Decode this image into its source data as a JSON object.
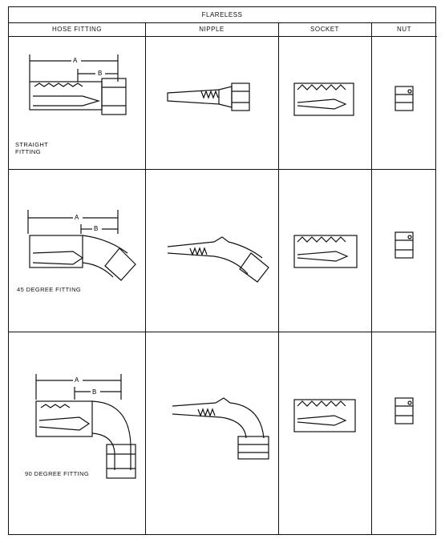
{
  "table": {
    "title": "FLARELESS",
    "columns": [
      "HOSE FITTING",
      "NIPPLE",
      "SOCKET",
      "NUT"
    ],
    "rows": [
      {
        "label": "STRAIGHT\nFITTING"
      },
      {
        "label": "45 DEGREE FITTING"
      },
      {
        "label": "90 DEGREE FITTING"
      }
    ],
    "dim_a": "A",
    "dim_b": "B"
  }
}
